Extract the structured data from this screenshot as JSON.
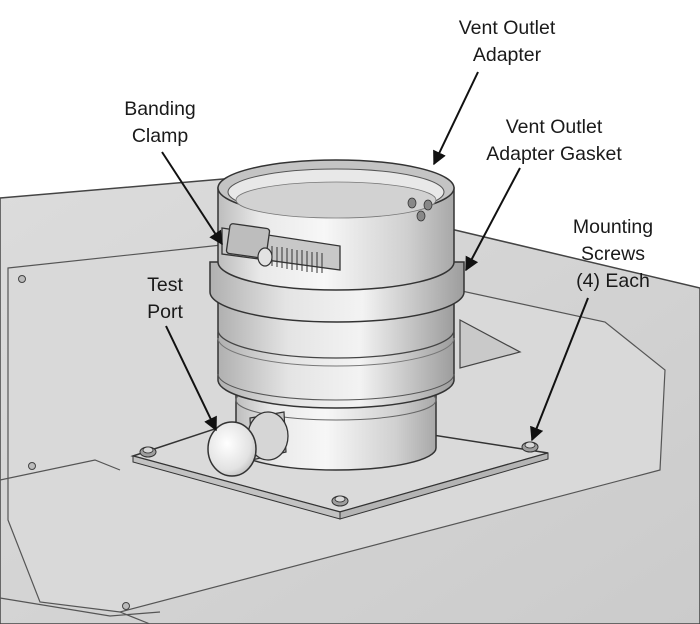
{
  "labels": {
    "vent_outlet_adapter": [
      "Vent Outlet",
      "Adapter"
    ],
    "banding_clamp": [
      "Banding",
      "Clamp"
    ],
    "vent_outlet_adapter_gasket": [
      "Vent Outlet",
      "Adapter Gasket"
    ],
    "mounting_screws": [
      "Mounting",
      "Screws",
      "(4) Each"
    ],
    "test_port": [
      "Test",
      "Port"
    ]
  },
  "colors": {
    "outline": "#2b2b2b",
    "panel_fill": "#d6d6d6",
    "panel_light": "#e6e6e6",
    "metal_light": "#f2f2f2",
    "metal_mid": "#cfcfcf",
    "metal_dark": "#9a9a9a",
    "leader": "#111111"
  }
}
